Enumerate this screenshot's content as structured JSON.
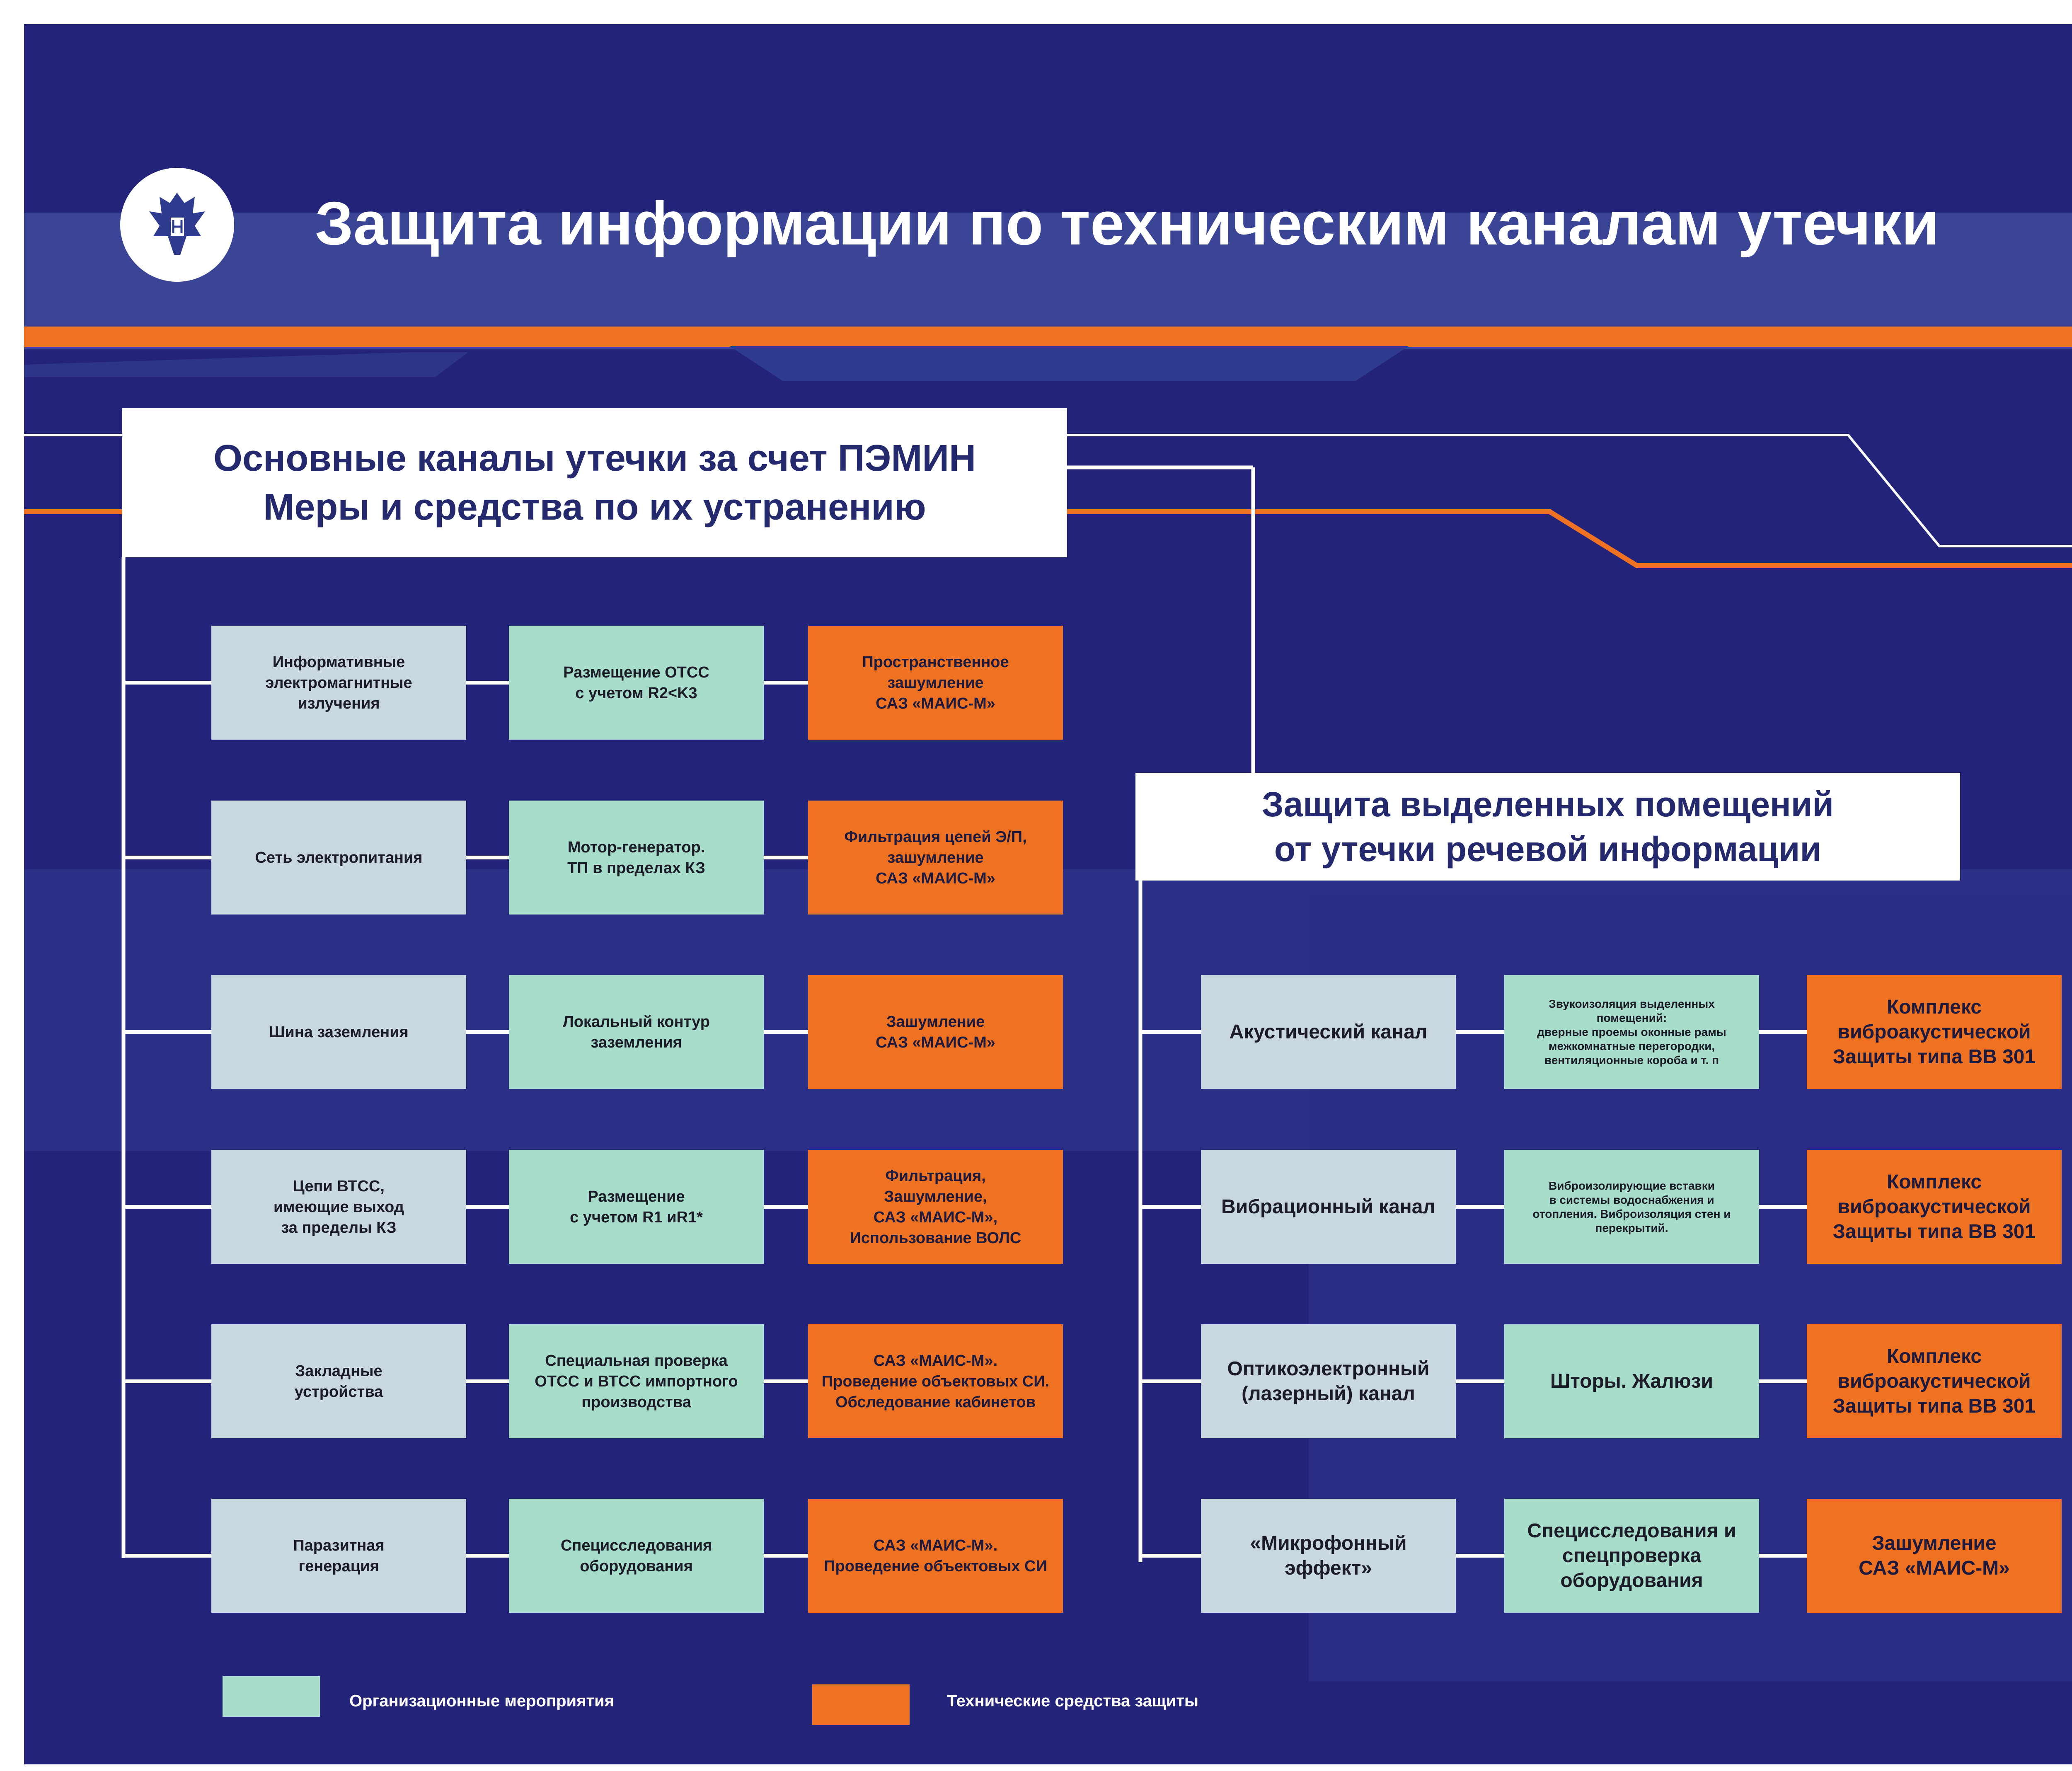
{
  "title": "Защита информации по техническим каналам утечки",
  "logo": {
    "icon": "double-headed-eagle-emblem",
    "mark": "®"
  },
  "colors": {
    "background": "#24237a",
    "title_band": "#3a4596",
    "accent_orange": "#ef7223",
    "channel_box": "#c9d8de",
    "organizational_box": "#a8dccb",
    "technical_box": "#ef7223",
    "header_text": "#252a6e"
  },
  "pemin": {
    "header": {
      "line1": "Основные каналы утечки за счет  ПЭМИН",
      "line2": "Меры и средства по их устранению"
    },
    "rows": [
      {
        "channel": "Информативные\nэлектромагнитные\nизлучения",
        "measure": "Размещение ОТСС\nс учетом R2<K3",
        "tech": "Пространственное\nзашумление\nСАЗ «МАИС-М»"
      },
      {
        "channel": "Сеть электропитания",
        "measure": "Мотор-генератор.\nТП в пределах КЗ",
        "tech": "Фильтрация цепей Э/П,\nзашумление\nСАЗ «МАИС-М»"
      },
      {
        "channel": "Шина заземления",
        "measure": "Локальный контур\nзаземления",
        "tech": "Зашумление\nСАЗ «МАИС-М»"
      },
      {
        "channel": "Цепи ВТСС,\nимеющие выход\nза пределы КЗ",
        "measure": "Размещение\nс учетом R1 иR1*",
        "tech": "Фильтрация,\nЗашумление,\nСАЗ «МАИС-М»,\nИспользование ВОЛС"
      },
      {
        "channel": "Закладные\nустройства",
        "measure": "Специальная проверка\nОТСС и ВТСС импортного\nпроизводства",
        "tech": "САЗ «МАИС-М».\nПроведение объектовых СИ.\nОбследование кабинетов"
      },
      {
        "channel": "Паразитная\nгенерация",
        "measure": "Специсследования\nоборудования",
        "tech": "САЗ «МАИС-М».\nПроведение объектовых СИ"
      }
    ]
  },
  "speech": {
    "header": {
      "line1": "Защита выделенных помещений",
      "line2": "от утечки речевой информации"
    },
    "rows": [
      {
        "channel": "Акустический канал",
        "measure": "Звукоизоляция выделенных\nпомещений:\nдверные проемы оконные рамы\nмежкомнатные перегородки,\nвентиляционные короба и т. п",
        "tech": "Комплекс\nвиброакустической\nЗащиты типа ВВ 301"
      },
      {
        "channel": "Вибрационный канал",
        "measure": "Виброизолирующие вставки\nв системы водоснабжения и\nотопления. Виброизоляция стен и\nперекрытий.",
        "tech": "Комплекс\nвиброакустической\nЗащиты типа ВВ 301"
      },
      {
        "channel": "Оптикоэлектронный\n(лазерный) канал",
        "measure": "Шторы. Жалюзи",
        "tech": "Комплекс\nвиброакустической\nЗащиты типа ВВ 301"
      },
      {
        "channel": "«Микрофонный\nэффект»",
        "measure": "Специсследования и\nспецпроверка\nоборудования",
        "tech": "Зашумление\nСАЗ «МАИС-М»"
      }
    ]
  },
  "legend": {
    "organizational": "Организационные мероприятия",
    "technical": "Технические средства защиты"
  }
}
